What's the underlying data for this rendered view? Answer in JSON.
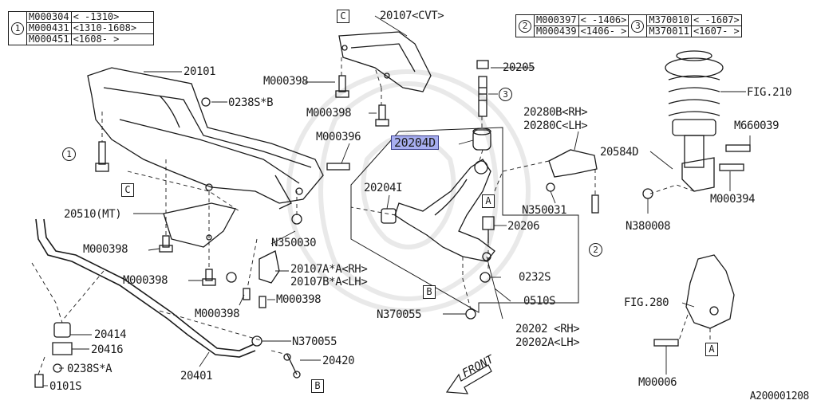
{
  "legend_1": {
    "index": "1",
    "rows": [
      {
        "part": "M000304",
        "range": "<      -1310>"
      },
      {
        "part": "M000431",
        "range": "<1310-1608>"
      },
      {
        "part": "M000451",
        "range": "<1608-      >"
      }
    ]
  },
  "legend_23": {
    "left_index": "2",
    "left_rows": [
      {
        "part": "M000397",
        "range": "<  -1406>"
      },
      {
        "part": "M000439",
        "range": "<1406-  >"
      }
    ],
    "right_index": "3",
    "right_rows": [
      {
        "part": "M370010",
        "range": "<  -1607>"
      },
      {
        "part": "M370011",
        "range": "<1607-  >"
      }
    ]
  },
  "labels": {
    "p20101": "20101",
    "p0238sb": "0238S*B",
    "p20107cvt": "20107<CVT>",
    "m000398_a": "M000398",
    "m000398_b": "M000398",
    "m000396": "M000396",
    "p20204d": "20204D",
    "p20205": "20205",
    "p20280b": "20280B<RH>",
    "p20280c": "20280C<LH>",
    "fig210": "FIG.210",
    "m660039": "M660039",
    "p20584d": "20584D",
    "m000394": "M000394",
    "n380008": "N380008",
    "p20204i": "20204I",
    "n350031": "N350031",
    "p20206": "20206",
    "p20510": "20510(MT)",
    "m000398_c": "M000398",
    "n350030": "N350030",
    "m000398_d": "M000398",
    "p20107a": "20107A*A<RH>",
    "p20107b": "20107B*A<LH>",
    "m000398_e": "M000398",
    "m000398_f": "M000398",
    "p0232s": "0232S",
    "p0510s": "0510S",
    "n370055_a": "N370055",
    "p20202": "20202 <RH>",
    "p20202a": "20202A<LH>",
    "fig280": "FIG.280",
    "p20414": "20414",
    "p20416": "20416",
    "p0238sa": "0238S*A",
    "p0101s": "0101S",
    "p20401": "20401",
    "n370055_b": "N370055",
    "p20420": "20420",
    "m00006": "M00006"
  },
  "refs": {
    "c_top": "C",
    "c_left": "C",
    "a_mid": "A",
    "a_right": "A",
    "b_mid": "B",
    "b_bottom": "B",
    "circle_1": "1",
    "circle_2": "2",
    "circle_3": "3"
  },
  "front_label": "FRONT",
  "diagram_id": "A200001208",
  "colors": {
    "line": "#1a1a1a",
    "highlight": "#a7aef0",
    "watermark": "#e9e9e9"
  }
}
